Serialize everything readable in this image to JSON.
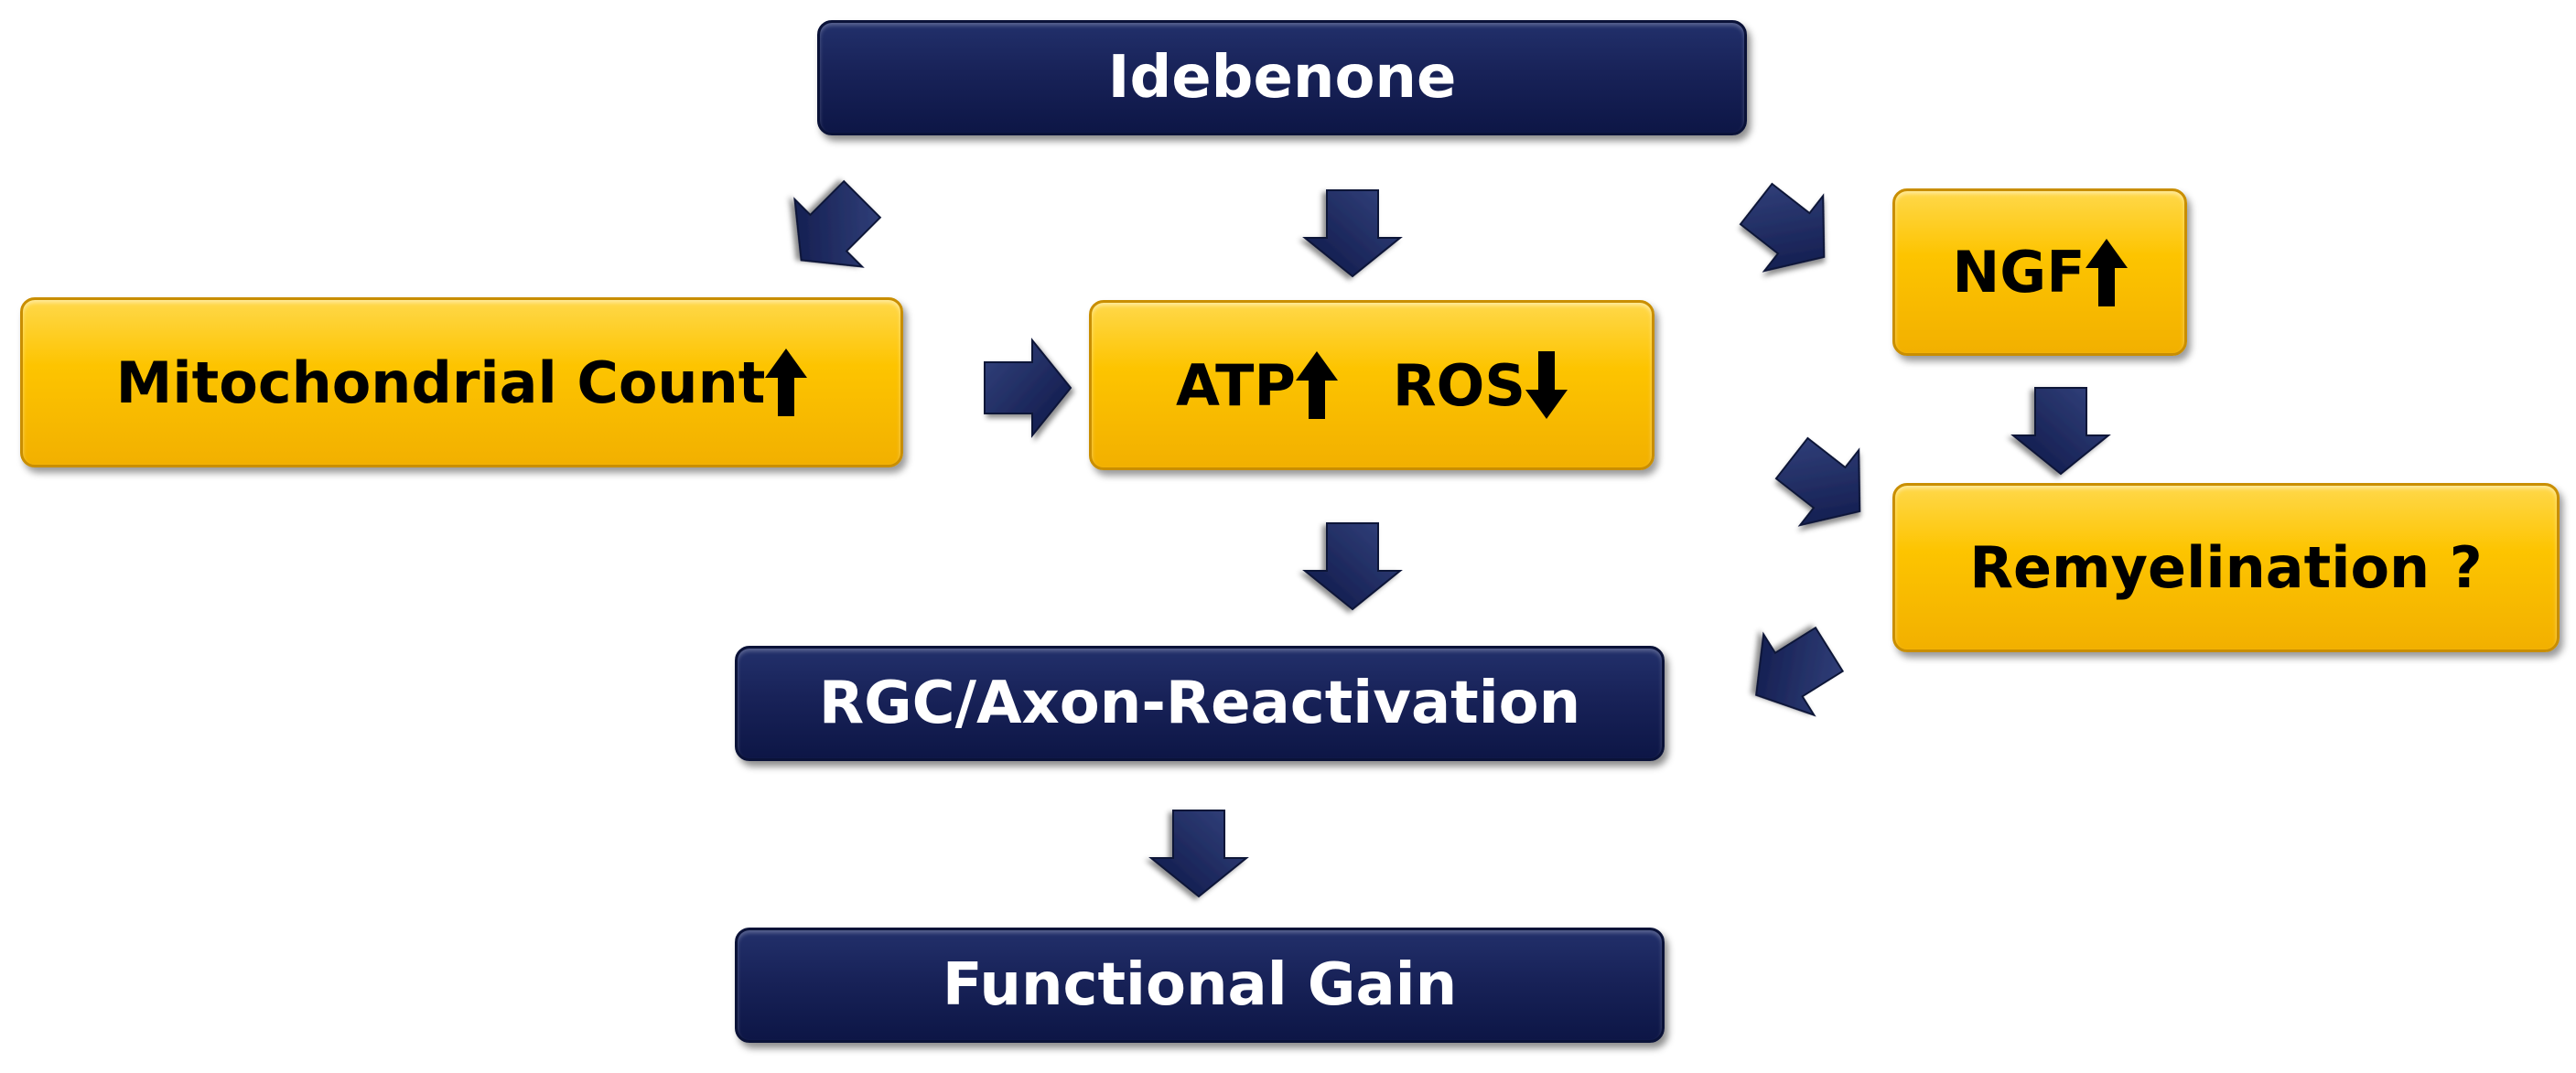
{
  "nodes": {
    "idebenone": "Idebenone",
    "mito_count": "Mitochondrial Count",
    "atp": "ATP",
    "ros": "ROS",
    "ngf": "NGF",
    "remyelination": "Remyelination ?",
    "rgc": "RGC/Axon-Reactivation",
    "functional_gain": "Functional Gain"
  },
  "colors": {
    "navy": "#182258",
    "gold": "#fdc400",
    "arrow": "#1a2458"
  }
}
